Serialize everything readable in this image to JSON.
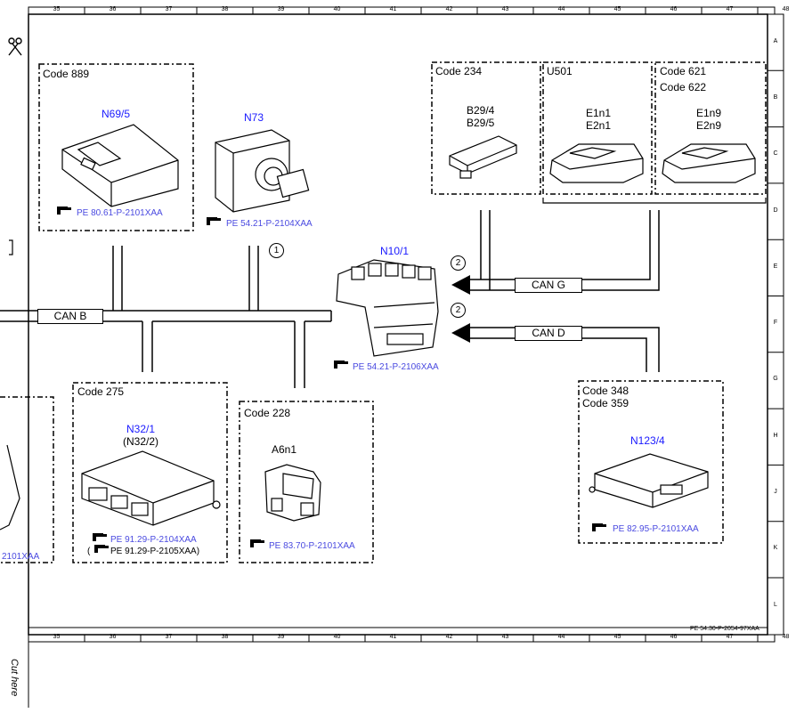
{
  "grid": {
    "columns": [
      "35",
      "36",
      "37",
      "38",
      "39",
      "40",
      "41",
      "42",
      "43",
      "44",
      "45",
      "46",
      "47",
      "48"
    ],
    "rows": [
      "A",
      "B",
      "C",
      "D",
      "E",
      "F",
      "G",
      "H",
      "J",
      "K",
      "L"
    ]
  },
  "doc_ref": "PE 54.30-P-2054-97XAA",
  "cut_label": "Cut here",
  "buses": {
    "can_b": "CAN B",
    "can_g": "CAN G",
    "can_d": "CAN D"
  },
  "markers": [
    "1",
    "2",
    "2"
  ],
  "modules": {
    "n69": {
      "code": "Code 889",
      "name": "N69/5",
      "ref": "PE 80.61-P-2101XAA"
    },
    "n73": {
      "name": "N73",
      "ref": "PE 54.21-P-2104XAA"
    },
    "n10": {
      "name": "N10/1",
      "ref": "PE 54.21-P-2106XAA"
    },
    "b29": {
      "code": "Code 234",
      "name1": "B29/4",
      "name2": "B29/5"
    },
    "u501": {
      "code": "U501",
      "name1": "E1n1",
      "name2": "E2n1"
    },
    "e1n9": {
      "code1": "Code 621",
      "code2": "Code 622",
      "name1": "E1n9",
      "name2": "E2n9"
    },
    "n32": {
      "code": "Code 275",
      "name": "N32/1",
      "alt": "(N32/2)",
      "ref": "PE 91.29-P-2104XAA",
      "ref2": "PE 91.29-P-2105XAA)",
      "ref2_open": "("
    },
    "a6": {
      "code": "Code 228",
      "name": "A6n1",
      "ref": "PE 83.70-P-2101XAA"
    },
    "n123": {
      "code1": "Code 348",
      "code2": "Code 359",
      "name": "N123/4",
      "ref": "PE 82.95-P-2101XAA"
    },
    "left_partial": {
      "ref": "2101XAA"
    }
  }
}
